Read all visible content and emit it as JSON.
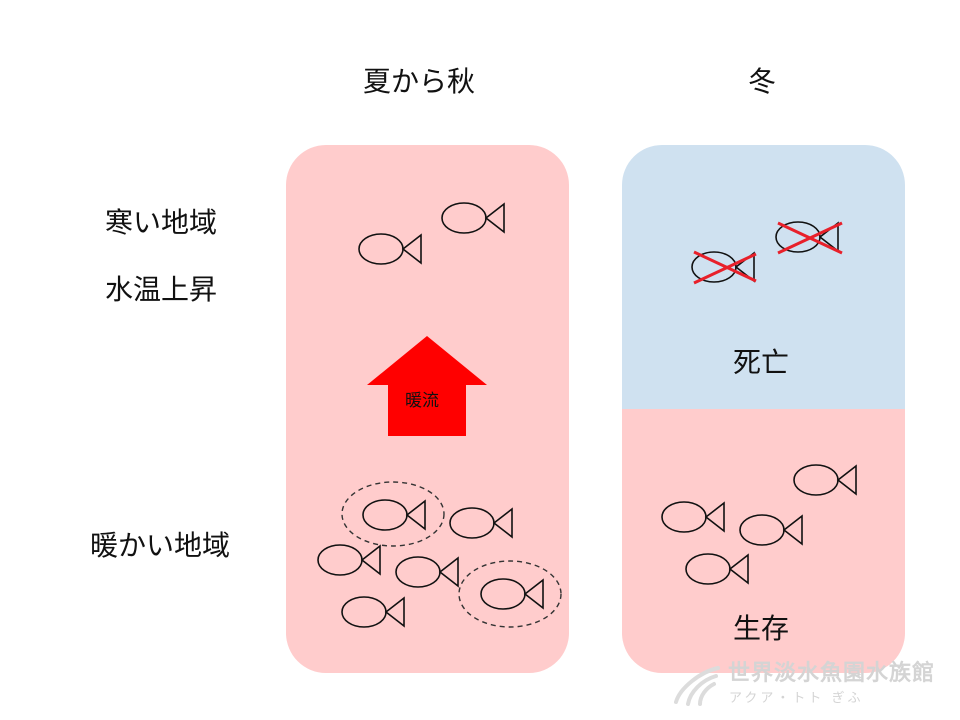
{
  "columns": {
    "summer_autumn": "夏から秋",
    "winter": "冬"
  },
  "row_labels": {
    "cold_region": "寒い地域",
    "water_temp_rise": "水温上昇",
    "warm_region": "暖かい地域"
  },
  "arrow": {
    "label": "暖流"
  },
  "status": {
    "death": "死亡",
    "survival": "生存"
  },
  "watermark": {
    "title": "世界淡水魚園水族館",
    "subtitle": "アクア・トト ぎふ"
  },
  "colors": {
    "warm_panel": "#ffcccc",
    "cold_panel": "#cfe1f0",
    "arrow": "#ff0000",
    "cross": "#e8202a",
    "fish_outline": "#111111"
  },
  "icons": {
    "fish": "fish-icon",
    "arrow": "up-arrow-icon",
    "dashed_circle": "dashed-circle-icon",
    "cross": "cross-mark-icon"
  }
}
